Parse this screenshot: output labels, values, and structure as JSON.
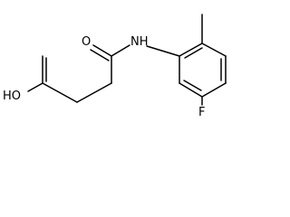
{
  "molecule": {
    "atoms": {
      "carbonyl_oxygen": "O",
      "amide_nitrogen": "NH",
      "hydroxyl": "HO",
      "fluorine": "F"
    }
  }
}
